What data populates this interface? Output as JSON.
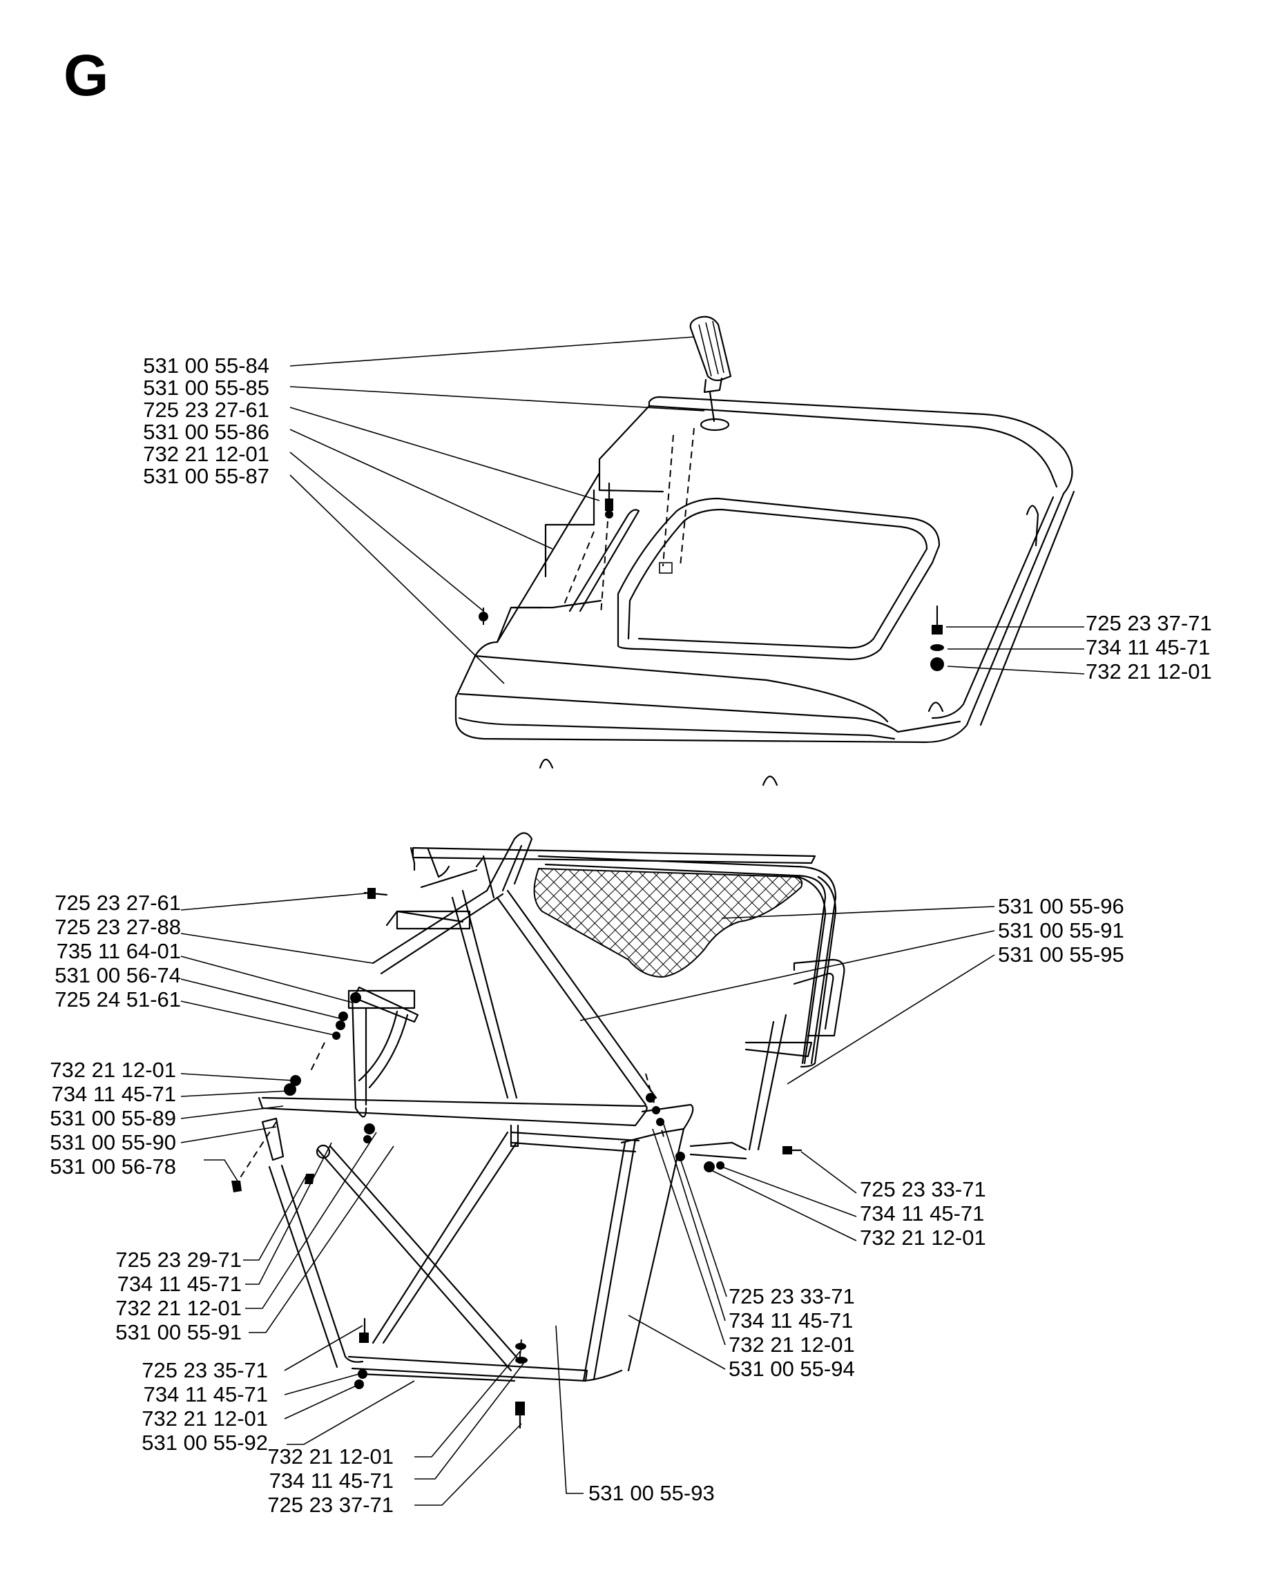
{
  "section_letter": "G",
  "lid_labels_left": [
    "531 00 55-84",
    "531 00 55-85",
    "725 23 27-61",
    "531 00 55-86",
    "732 21 12-01",
    "531 00 55-87"
  ],
  "lid_labels_right": [
    "725 23 37-71",
    "734 11 45-71",
    "732 21 12-01"
  ],
  "frame_labels_left_top": [
    "725 23 27-61",
    "725 23 27-88",
    "735 11 64-01",
    "531 00 56-74",
    "725 24 51-61"
  ],
  "frame_labels_left_mid": [
    "732 21 12-01",
    "734 11 45-71",
    "531 00 55-89",
    "531 00 55-90",
    "531 00 56-78"
  ],
  "frame_labels_left_low": [
    "725 23 29-71",
    "734 11 45-71",
    "732 21 12-01",
    "531 00 55-91"
  ],
  "frame_labels_left_bottom": [
    "725 23 35-71",
    "734 11 45-71",
    "732 21 12-01",
    "531 00 55-92"
  ],
  "frame_labels_bottom_center": [
    "732 21 12-01",
    "734 11 45-71",
    "725 23 37-71"
  ],
  "frame_label_bottom_right": "531 00 55-93",
  "frame_labels_right_top": [
    "531 00 55-96",
    "531 00 55-91",
    "531 00 55-95"
  ],
  "frame_labels_right_mid": [
    "725 23 33-71",
    "734 11 45-71",
    "732 21 12-01"
  ],
  "frame_labels_right_low": [
    "725 23 33-71",
    "734 11 45-71",
    "732 21 12-01",
    "531 00 55-94"
  ]
}
